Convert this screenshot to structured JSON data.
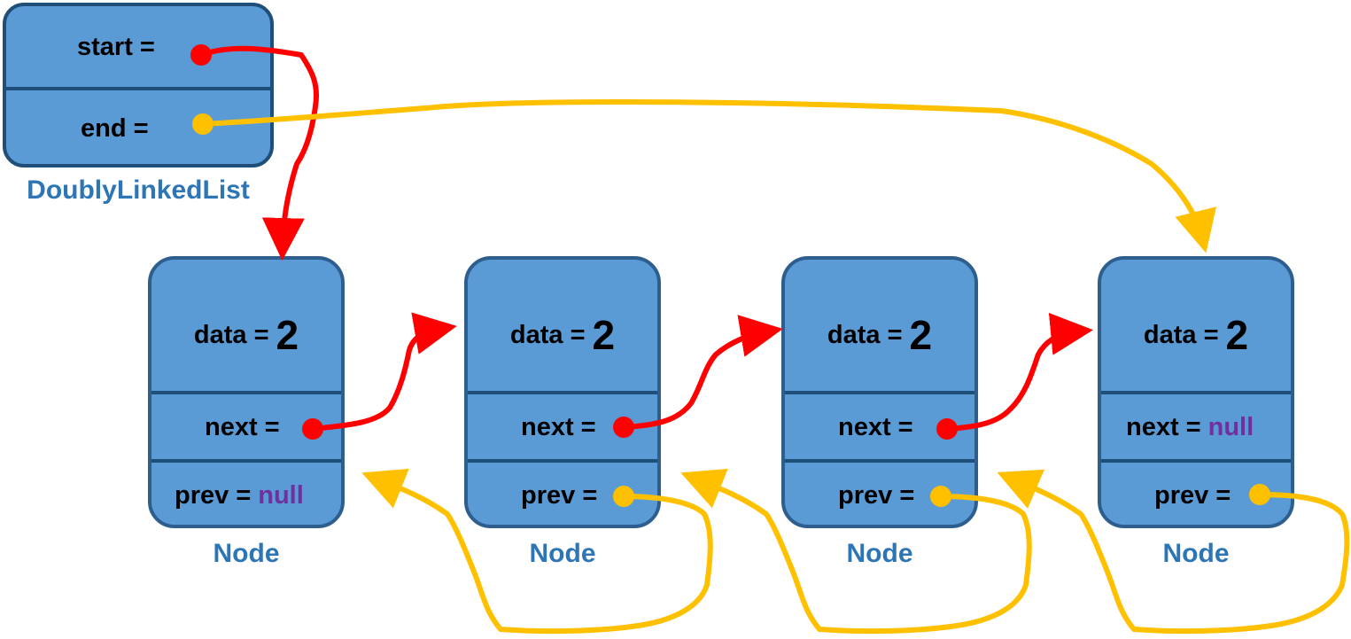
{
  "list": {
    "start_label": "start =",
    "end_label": "end =",
    "caption": "DoublyLinkedList"
  },
  "nodes": [
    {
      "data_label": "data =",
      "data_value": "2",
      "next_label": "next =",
      "next_value": "",
      "prev_label": "prev =",
      "prev_value": "null",
      "caption": "Node"
    },
    {
      "data_label": "data =",
      "data_value": "2",
      "next_label": "next =",
      "next_value": "",
      "prev_label": "prev =",
      "prev_value": "",
      "caption": "Node"
    },
    {
      "data_label": "data =",
      "data_value": "2",
      "next_label": "next =",
      "next_value": "",
      "prev_label": "prev =",
      "prev_value": "",
      "caption": "Node"
    },
    {
      "data_label": "data =",
      "data_value": "2",
      "next_label": "next =",
      "next_value": "null",
      "prev_label": "prev =",
      "prev_value": "",
      "caption": "Node"
    }
  ],
  "colors": {
    "box_fill": "#5b9bd5",
    "box_border": "#2e5e8e",
    "caption": "#2e75b6",
    "null_text": "#7030a0",
    "next_pointer": "#ff0000",
    "prev_pointer": "#ffc000"
  }
}
